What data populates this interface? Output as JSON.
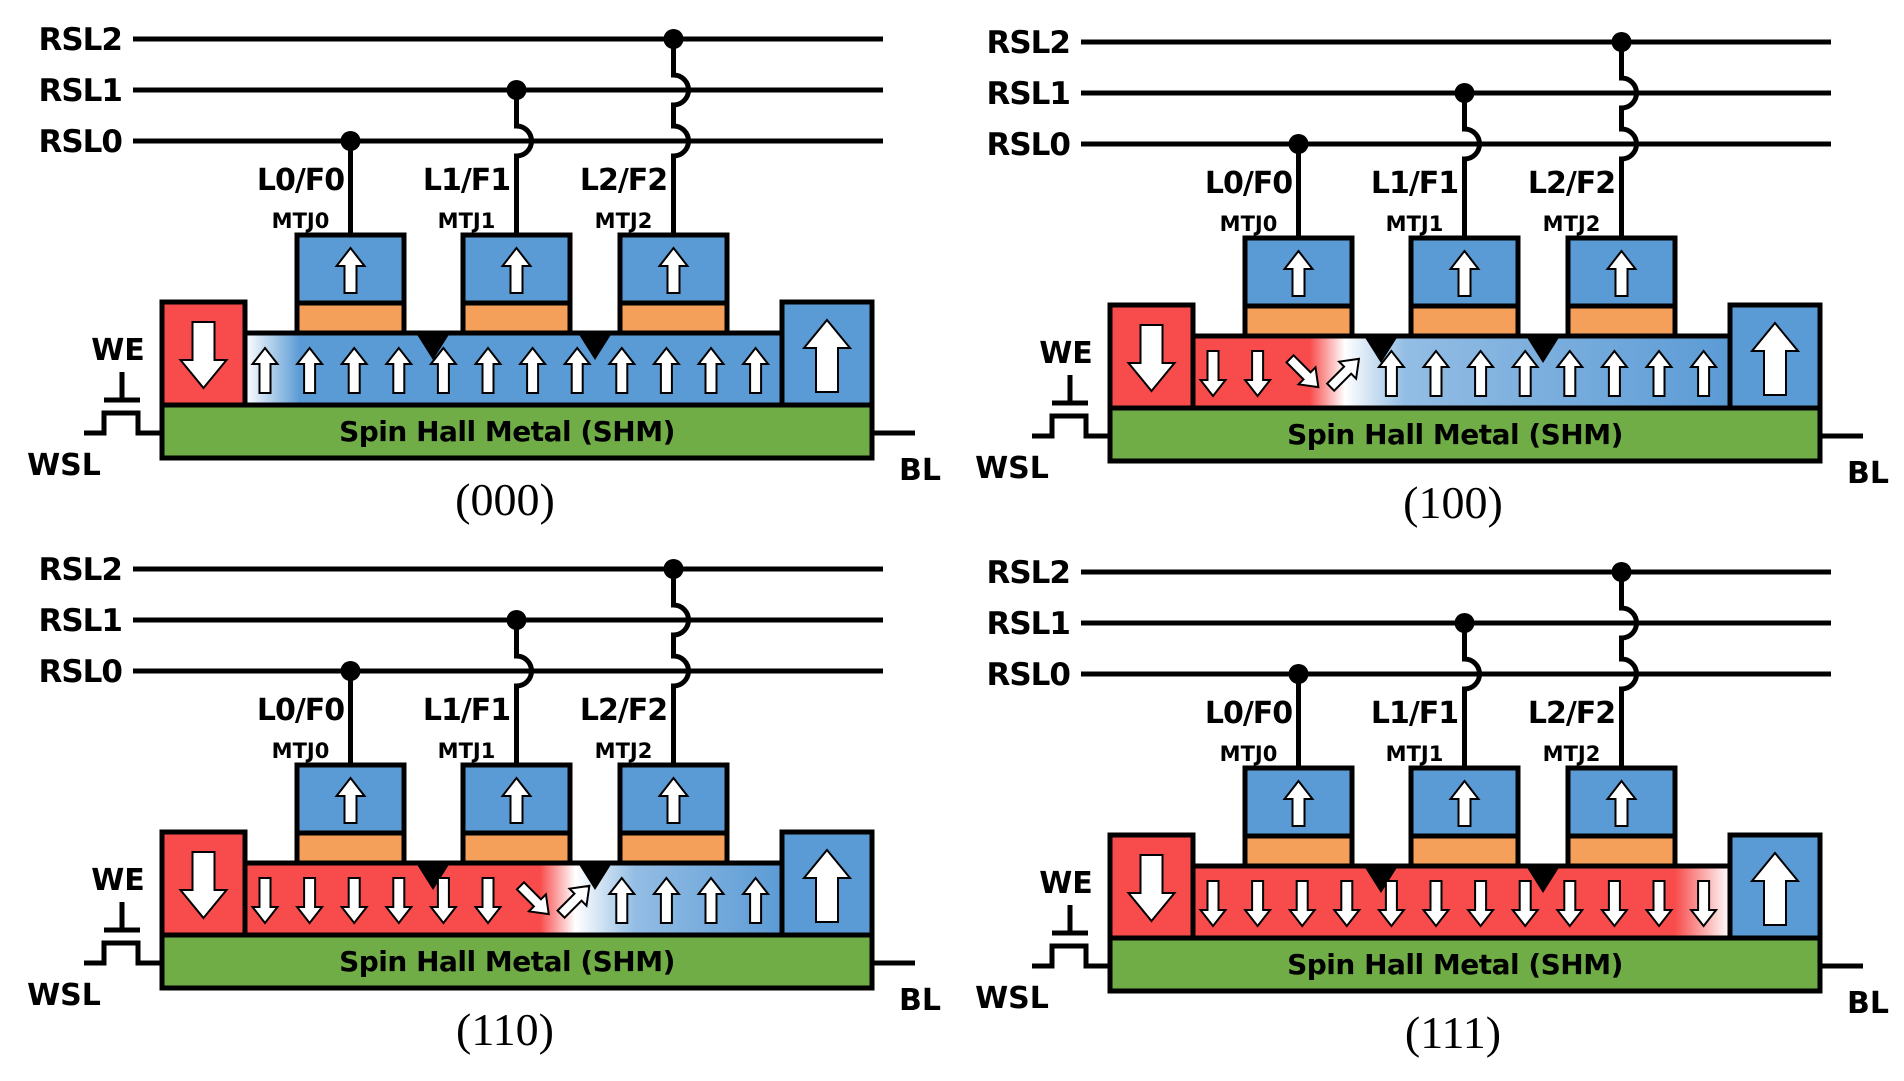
{
  "colors": {
    "red": "#f84c4c",
    "blue": "#5b9bd5",
    "orange": "#f4a05a",
    "green": "#70ad47",
    "line": "#000000",
    "arrow": "#ffffff"
  },
  "labels": {
    "rsl": [
      "RSL0",
      "RSL1",
      "RSL2"
    ],
    "layers": [
      "L0/F0",
      "L1/F1",
      "L2/F2"
    ],
    "mtjs": [
      "MTJ0",
      "MTJ1",
      "MTJ2"
    ],
    "we": "WE",
    "wsl": "WSL",
    "bl": "BL",
    "shm": "Spin Hall Metal (SHM)"
  },
  "left_fixed_magnet": "down",
  "right_fixed_magnet": "up",
  "mtj_reference_direction": "up",
  "panels": [
    {
      "id": "state-000",
      "caption": "(000)",
      "down_arrows": 0,
      "arrow_count": 12,
      "domain_wall": "none",
      "description": "All free-layer domains point up (domain wall at left edge)"
    },
    {
      "id": "state-100",
      "caption": "(100)",
      "down_arrows": 3,
      "arrow_count": 12,
      "domain_wall": "before-notch-0",
      "description": "Domain wall between MTJ0 and MTJ1 region"
    },
    {
      "id": "state-110",
      "caption": "(110)",
      "down_arrows": 7,
      "arrow_count": 12,
      "domain_wall": "at-notch-1",
      "description": "Domain wall between MTJ1 and MTJ2 region"
    },
    {
      "id": "state-111",
      "caption": "(111)",
      "down_arrows": 12,
      "arrow_count": 12,
      "domain_wall": "right-end",
      "description": "All free-layer domains point down (domain wall at right edge)"
    }
  ]
}
